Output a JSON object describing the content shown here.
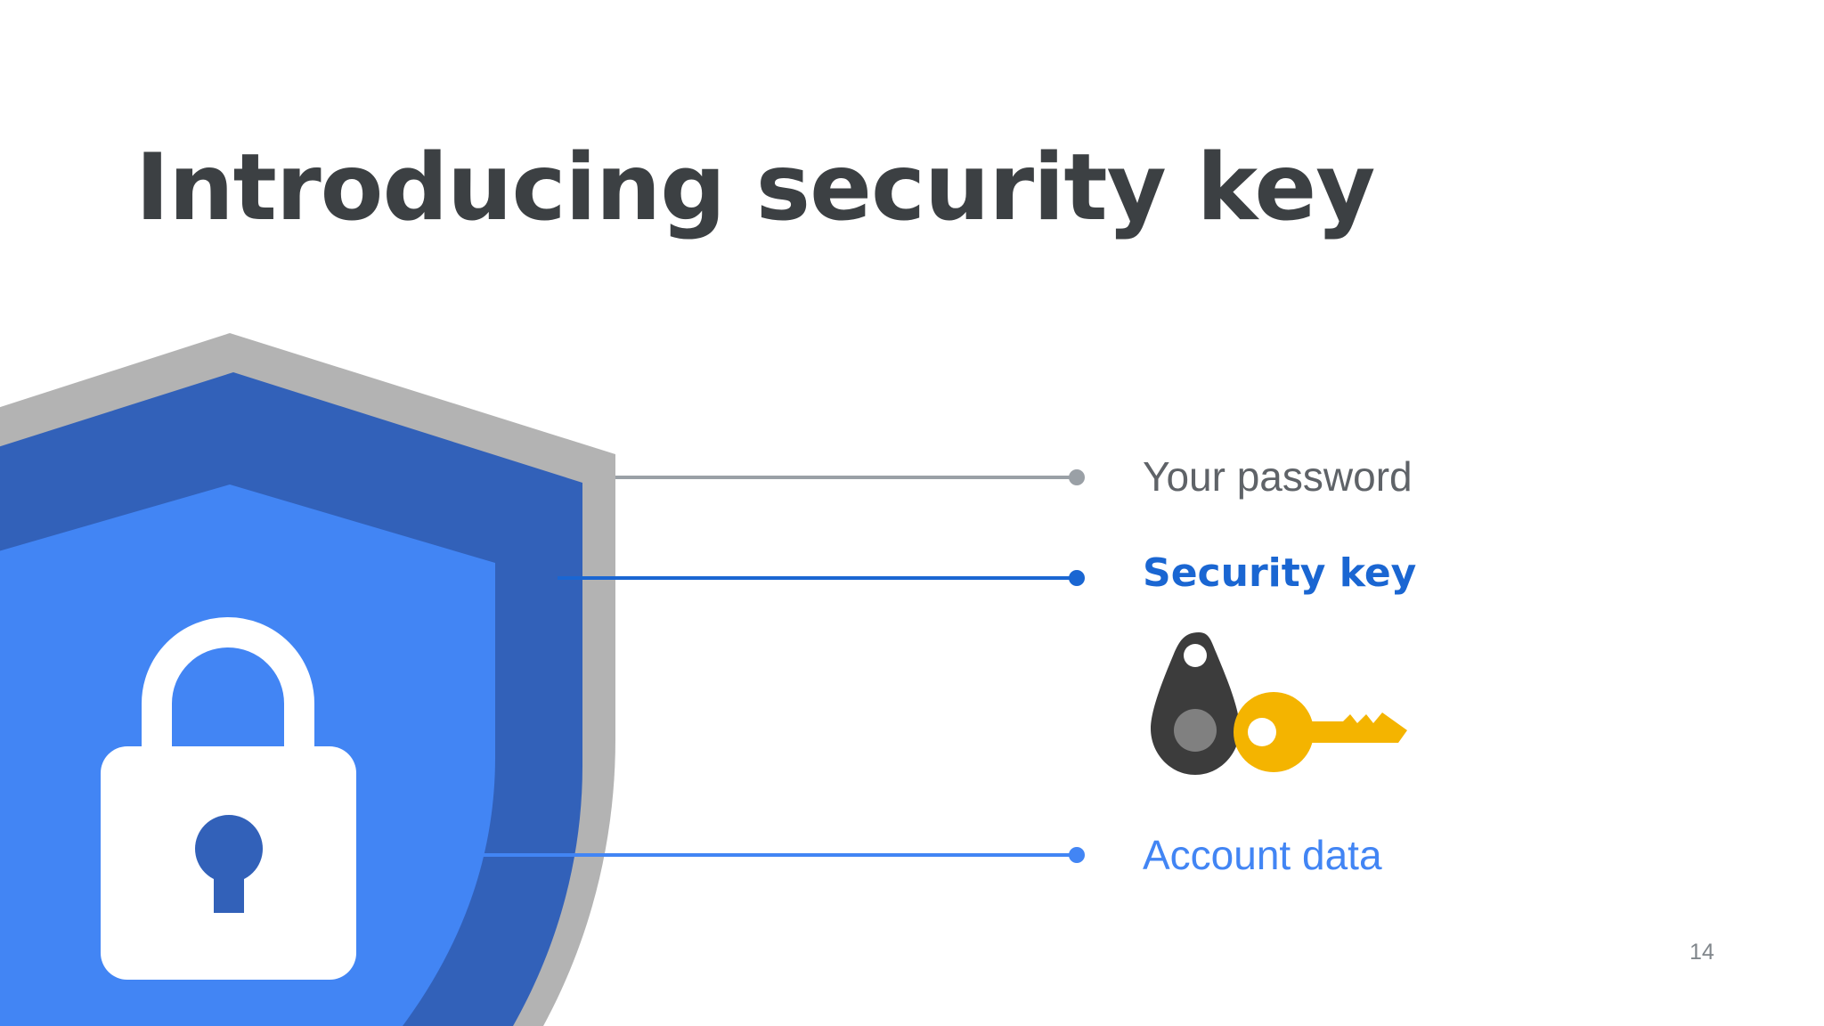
{
  "slide": {
    "title": "Introducing security key",
    "page_number": "14"
  },
  "layers": {
    "password": "Your password",
    "security_key": "Security key",
    "account_data": "Account data"
  },
  "icons": {
    "shield": "shield-icon",
    "padlock": "padlock-icon",
    "security_key": "security-key-fob-icon",
    "key": "yellow-key-icon"
  },
  "colors": {
    "title": "#3c4043",
    "shield_outer": "#b3b3b3",
    "shield_middle": "#3261b9",
    "shield_inner": "#4285f4",
    "password_line": "#9aa0a6",
    "security_key_line": "#1a66d2",
    "account_line": "#4285f4",
    "key_fob": "#3c3c3c",
    "key": "#f4b400"
  }
}
